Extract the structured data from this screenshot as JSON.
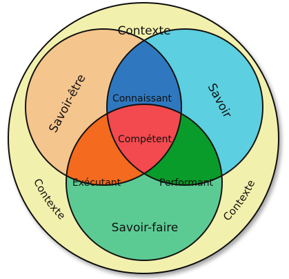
{
  "diagram": {
    "context": {
      "label": "Contexte",
      "fill": "#f2f0ad"
    },
    "circles": {
      "savoir_etre": {
        "label": "Savoir-être",
        "fill": "#f5c58e"
      },
      "savoir": {
        "label": "Savoir",
        "fill": "#5ccfe0"
      },
      "savoir_faire": {
        "label": "Savoir-faire",
        "fill": "#5ccb93"
      }
    },
    "intersections": {
      "connaissant": {
        "label": "Connaissant",
        "fill": "#2f78bf"
      },
      "executant": {
        "label": "Exécutant",
        "fill": "#f46a1e"
      },
      "performant": {
        "label": "Performant",
        "fill": "#0a9c2a"
      },
      "competent": {
        "label": "Compétent",
        "fill": "#f24a4e"
      }
    }
  }
}
